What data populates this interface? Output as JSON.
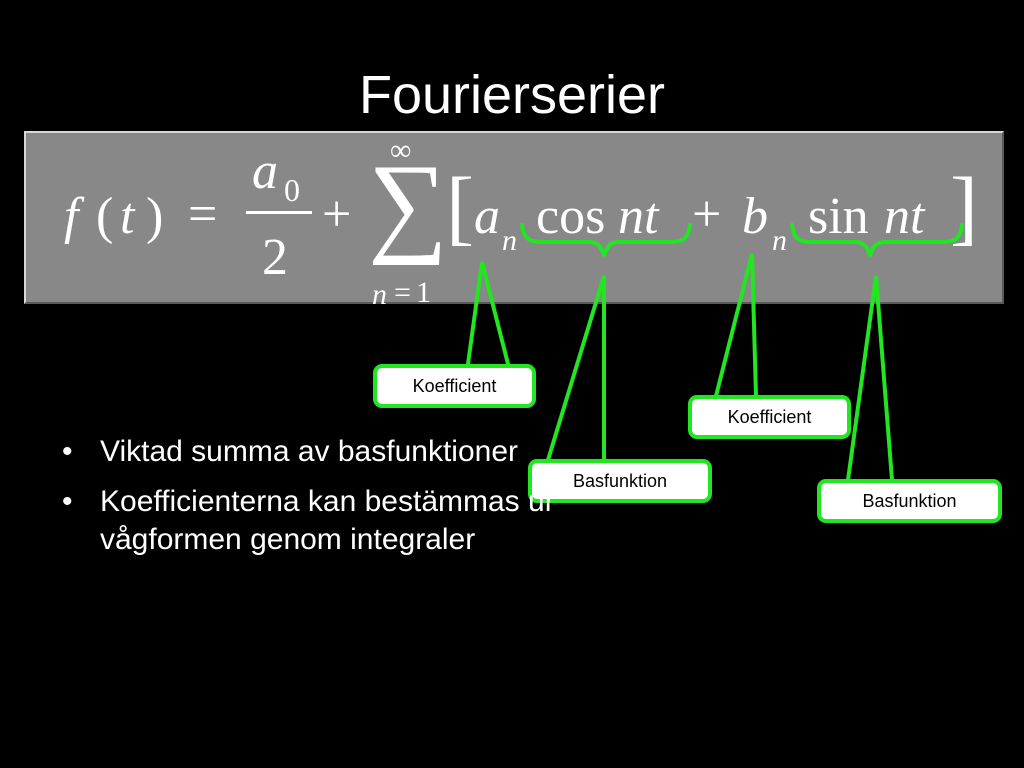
{
  "slide": {
    "title": "Fourierserier",
    "formula": {
      "f": "f",
      "lparen": "(",
      "t": "t",
      "rparen": ")",
      "equals": "=",
      "a": "a",
      "zero": "0",
      "two": "2",
      "plus1": "+",
      "sigma": "∑",
      "infinity": "∞",
      "lower_limit_n": "n",
      "lower_limit_eq": "=",
      "lower_limit_one": "1",
      "lbracket": "[",
      "a_n_a": "a",
      "a_n_sub": "n",
      "cos": "cos",
      "cos_nt": "nt",
      "plus2": "+",
      "b_n_b": "b",
      "b_n_sub": "n",
      "sin": "sin",
      "sin_nt": "nt",
      "rbracket": "]"
    },
    "callouts": [
      {
        "label": "Koefficient"
      },
      {
        "label": "Basfunktion"
      },
      {
        "label": "Koefficient"
      },
      {
        "label": "Basfunktion"
      }
    ],
    "bullets": [
      {
        "marker": "•",
        "text": "Viktad summa av basfunktioner"
      },
      {
        "marker": "•",
        "text": "Koefficienterna kan bestämmas ur vågformen genom integraler"
      }
    ],
    "colors": {
      "background": "#000000",
      "formula_box": "#888888",
      "callout_green": "#22e622",
      "text": "#ffffff"
    }
  }
}
